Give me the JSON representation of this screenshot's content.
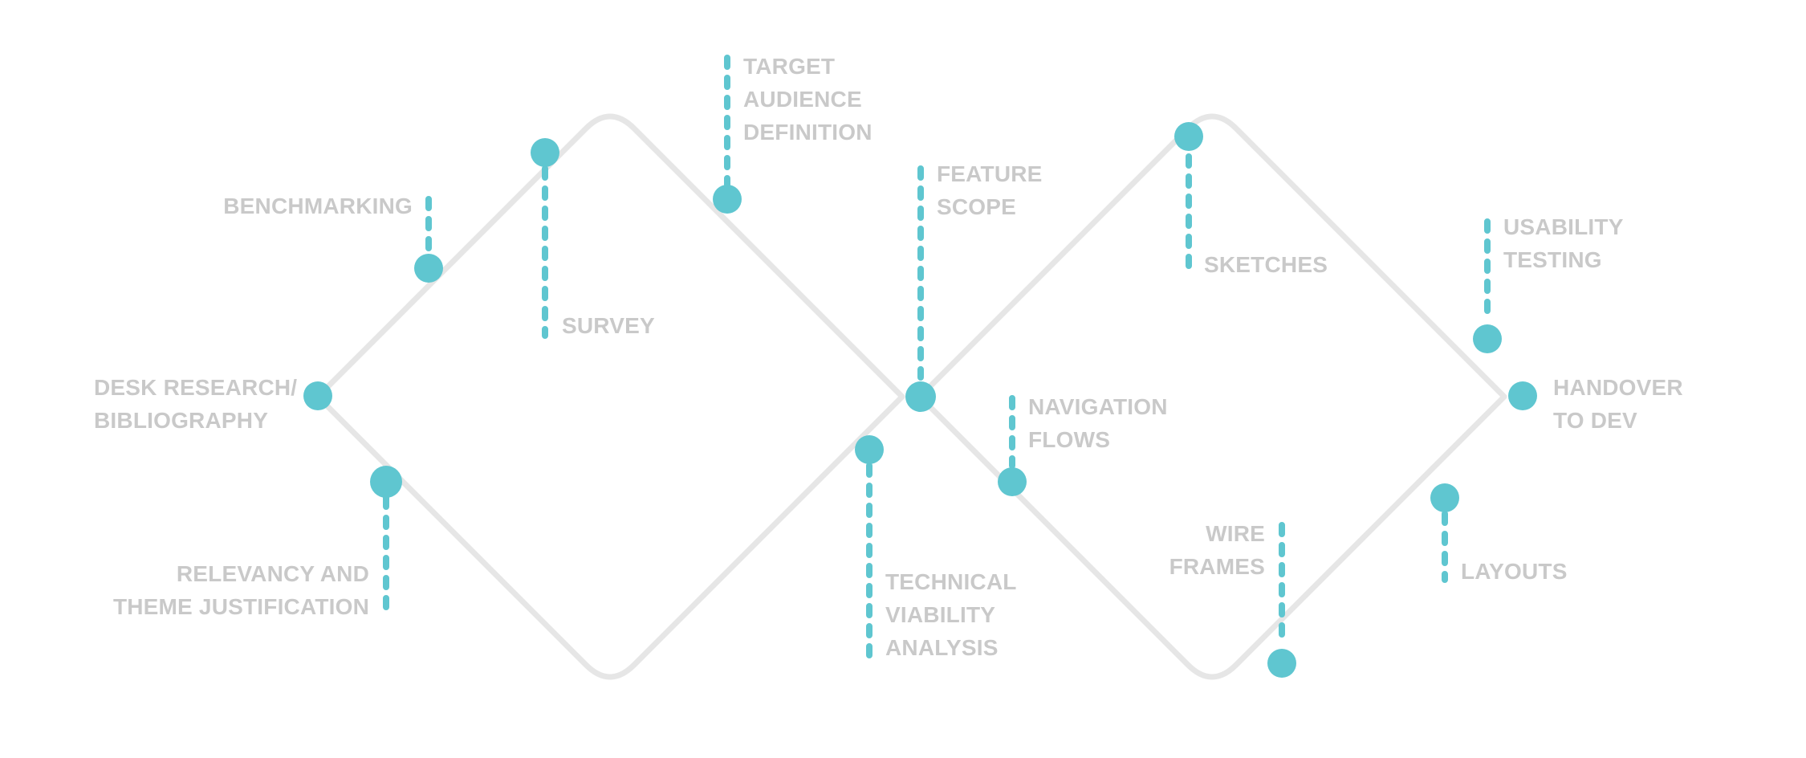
{
  "colors": {
    "path": "#e6e6e6",
    "accent": "#5fc6d0",
    "label": "#c9c9c9"
  },
  "labels": {
    "desk_research": [
      "DESK RESEARCH/",
      "BIBLIOGRAPHY"
    ],
    "benchmarking": [
      "BENCHMARKING"
    ],
    "survey": [
      "SURVEY"
    ],
    "relevancy": [
      "RELEVANCY AND",
      "THEME JUSTIFICATION"
    ],
    "target_audience": [
      "TARGET",
      "AUDIENCE",
      "DEFINITION"
    ],
    "feature_scope": [
      "FEATURE",
      "SCOPE"
    ],
    "technical_viability": [
      "TECHNICAL",
      "VIABILITY",
      "ANALYSIS"
    ],
    "navigation_flows": [
      "NAVIGATION",
      "FLOWS"
    ],
    "sketches": [
      "SKETCHES"
    ],
    "wire_frames": [
      "WIRE",
      "FRAMES"
    ],
    "usability_testing": [
      "USABILITY",
      "TESTING"
    ],
    "layouts": [
      "LAYOUTS"
    ],
    "handover": [
      "HANDOVER",
      "TO DEV"
    ]
  }
}
